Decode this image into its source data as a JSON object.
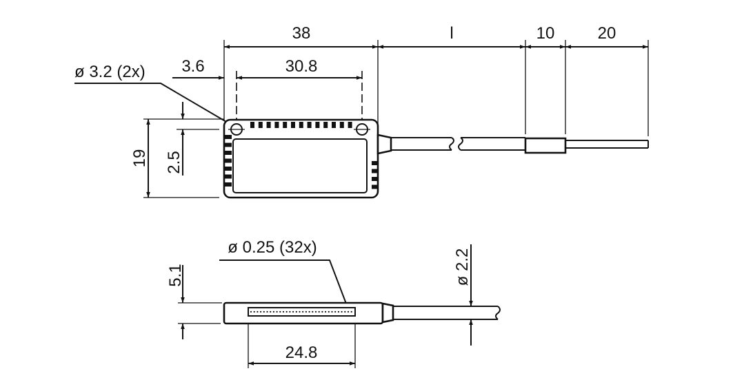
{
  "top_view": {
    "dim_body_length": "38",
    "dim_cable_length": "l",
    "dim_sleeve_length": "10",
    "dim_cable_end": "20",
    "dim_hole_spacing": "30.8",
    "dim_hole_offset": "3.6",
    "hole_callout": "ø 3.2 (2x)",
    "dim_height": "19",
    "dim_hole_from_edge": "2.5"
  },
  "side_view": {
    "fiber_callout": "ø 0.25 (32x)",
    "dim_thickness": "5.1",
    "dim_array_length": "24.8",
    "dim_cable_diameter": "ø 2.2"
  }
}
